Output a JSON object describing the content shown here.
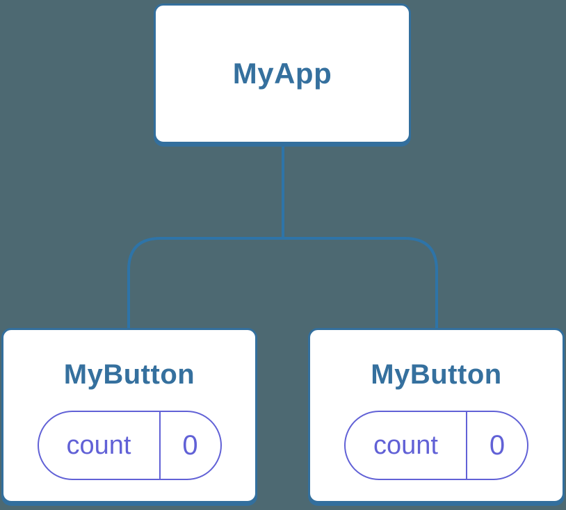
{
  "colors": {
    "background": "#4D6972",
    "connector_line": "#2E74A8",
    "node_border": "#336F9D",
    "node_background": "#FFFFFF",
    "node_title_text": "#35709E",
    "state_accent": "#6161D6"
  },
  "tree": {
    "root": {
      "label": "MyApp"
    },
    "children": [
      {
        "label": "MyButton",
        "state": {
          "key": "count",
          "value": "0"
        }
      },
      {
        "label": "MyButton",
        "state": {
          "key": "count",
          "value": "0"
        }
      }
    ]
  }
}
